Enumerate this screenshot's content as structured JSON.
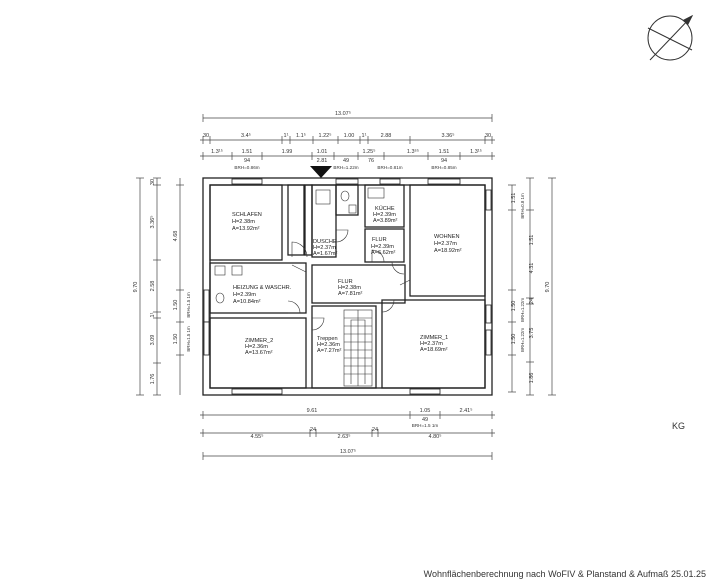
{
  "floor_tag": "KG",
  "footer": "Wohnflächenberechnung nach WoFIV & Planstand & Aufmaß 25.01.25",
  "rooms": {
    "schlafen": {
      "name": "SCHLAFEN",
      "h": "H=2.38m",
      "a": "A=13.92m²"
    },
    "dusche": {
      "name": "DUSCHE",
      "h": "H=2.37m",
      "a": "A=1.67m²"
    },
    "kueche": {
      "name": "KÜCHE",
      "h": "H=2.39m",
      "a": "A=3.89m²"
    },
    "flur_small": {
      "name": "FLUR",
      "h": "H=2.39m",
      "a": "A=6.62m²"
    },
    "wohnen": {
      "name": "WOHNEN",
      "h": "H=2.37m",
      "a": "A=18.92m²"
    },
    "heizung": {
      "name": "HEIZUNG & WASCHR.",
      "h": "H=2.39m",
      "a": "A=10.84m²"
    },
    "flur": {
      "name": "FLUR",
      "h": "H=2.38m",
      "a": "A=7.81m²"
    },
    "zimmer2": {
      "name": "ZIMMER_2",
      "h": "H=2.36m",
      "a": "A=13.67m²"
    },
    "treppen": {
      "name": "Treppen",
      "h": "H=2.36m",
      "a": "A=7.27m²"
    },
    "zimmer1": {
      "name": "ZIMMER_1",
      "h": "H=2.37m",
      "a": "A=18.69m²"
    }
  },
  "dims": {
    "top_total": "13.07⁵",
    "top_row1": [
      "30",
      "3.4⁵",
      "1¹",
      "1.1⁵",
      "1.22⁵",
      "1.00",
      "1¹",
      "2.88",
      "3.36⁵",
      "30"
    ],
    "top_row2": [
      "1.3¹⁵",
      "1.51",
      "1.99",
      "1.01",
      "1.25⁵",
      "1.3⁶⁵",
      "1.51",
      "1.3¹⁵"
    ],
    "top_row2_sub": [
      "94",
      "2.81",
      "49",
      "76",
      "94"
    ],
    "top_brh": [
      "BRH=0.86m",
      "BRH=1.22m",
      "BRH=0.81m",
      "BRH=0.85m"
    ],
    "bottom_row1": [
      "9.61",
      "1.05",
      "2.41⁵"
    ],
    "bottom_row1_sub": [
      "49",
      "BRH=1.5 1m"
    ],
    "bottom_row2": [
      "4.55⁵",
      "24",
      "2.63⁵",
      "24",
      "4.80⁵"
    ],
    "bottom_total": "13.07⁵",
    "left_total": "9.70",
    "left_row": [
      "30",
      "3.36⁵",
      "2.58",
      "1¹",
      "3.09",
      "1.76"
    ],
    "left_inner": [
      "4.68",
      "1.50",
      "1.50"
    ],
    "left_brh": [
      "BRH=1.5 1m",
      "BRH=1.5 1m"
    ],
    "right_total": "9.70",
    "right_row": [
      "1.51",
      "4.31",
      "24",
      "3.75",
      "1.86"
    ],
    "right_inner": [
      "1.51",
      "1.50",
      "1.50"
    ],
    "right_brh": [
      "BRH=0.8 1m",
      "BRH=1.22m",
      "BRH=1.22m"
    ]
  }
}
